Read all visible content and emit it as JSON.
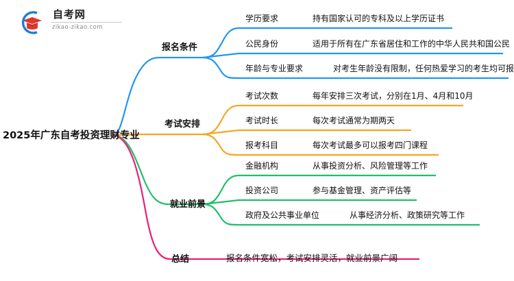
{
  "logo": {
    "name_cn": "自考网",
    "name_en": "zikao-zikao.com",
    "mark_icon": "graduation-cap-logo-icon",
    "arc_color": "#1a7fd4",
    "cap_color": "#e0362c"
  },
  "mindmap": {
    "root": {
      "label": "2025年广东自考投资理财专业"
    },
    "branches": [
      {
        "label": "报名条件",
        "color": "#2196f3",
        "items": [
          {
            "title": "学历要求",
            "desc": "持有国家认可的专科及以上学历证书"
          },
          {
            "title": "公民身份",
            "desc": "适用于所有在广东省居住和工作的中华人民共和国公民"
          },
          {
            "title": "年龄与专业要求",
            "desc": "对考生年龄没有限制，任何热爱学习的考生均可报名"
          }
        ]
      },
      {
        "label": "考试安排",
        "color": "#f5a623",
        "items": [
          {
            "title": "考试次数",
            "desc": "每年安排三次考试，分别在1月、4月和10月"
          },
          {
            "title": "考试时长",
            "desc": "每次考试通常为期两天"
          },
          {
            "title": "报考科目",
            "desc": "每次考试最多可以报考四门课程"
          }
        ]
      },
      {
        "label": "就业前景",
        "color": "#1fbf68",
        "items": [
          {
            "title": "金融机构",
            "desc": "从事投资分析、风险管理等工作"
          },
          {
            "title": "投资公司",
            "desc": "参与基金管理、资产评估等"
          },
          {
            "title": "政府及公共事业单位",
            "desc": "从事经济分析、政策研究等工作"
          }
        ]
      },
      {
        "label": "总结",
        "color": "#ec1e79",
        "items": [
          {
            "title": "",
            "desc": "报名条件宽松，考试安排灵活，就业前景广阔"
          }
        ]
      }
    ]
  }
}
